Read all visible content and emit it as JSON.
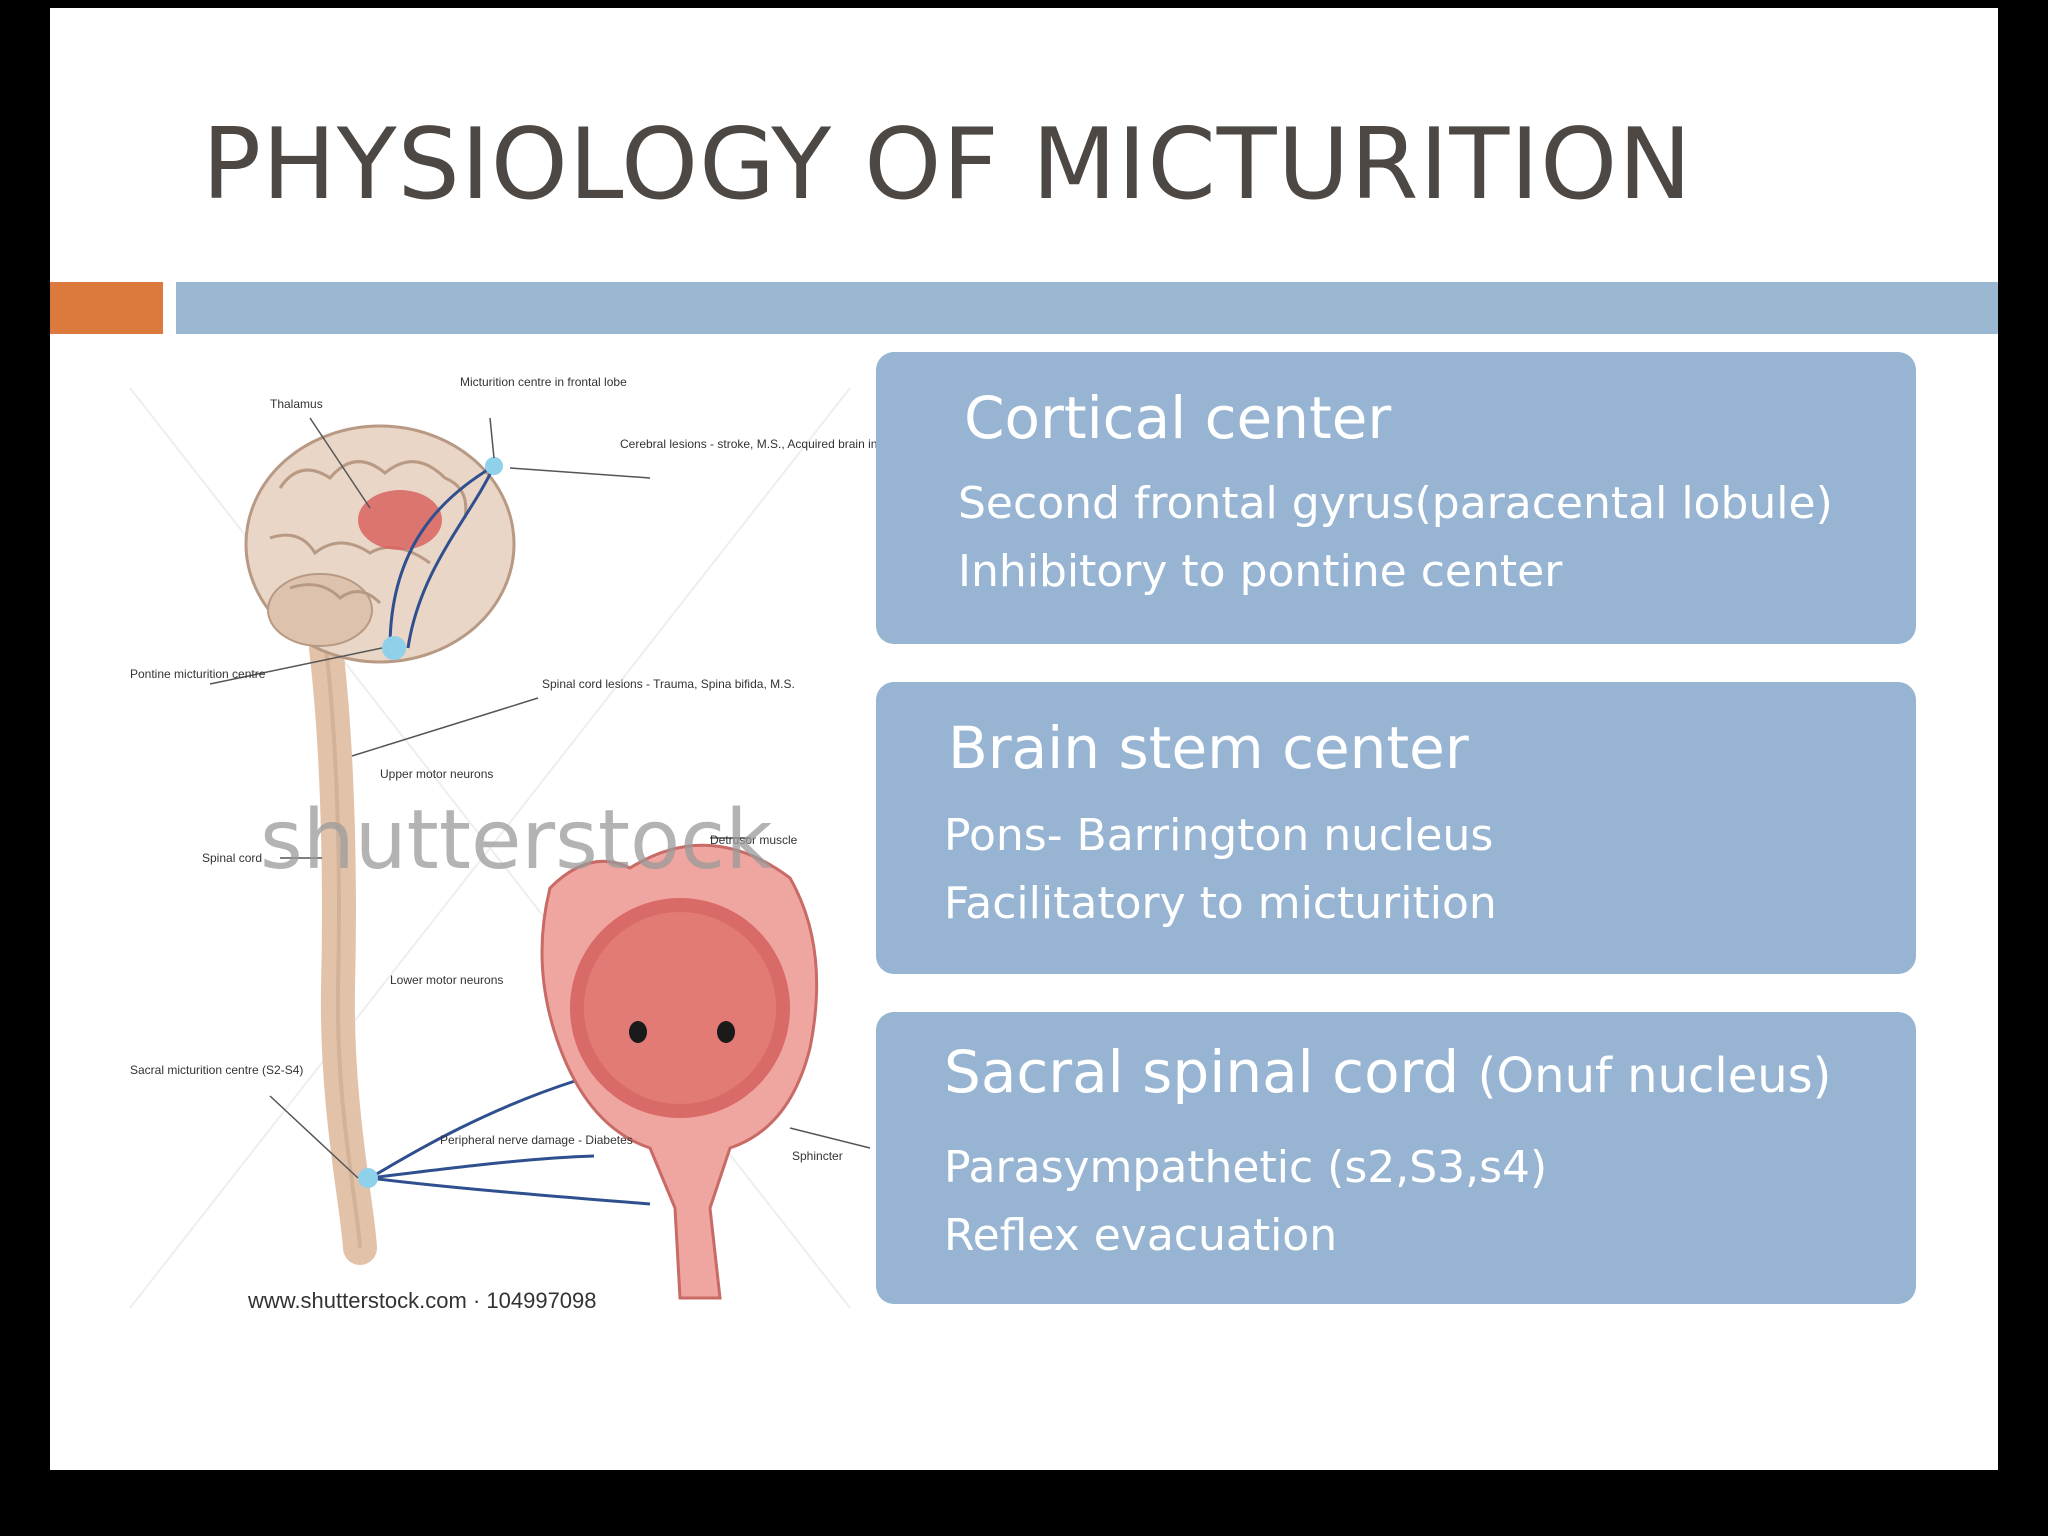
{
  "slide": {
    "title": "PHYSIOLOGY OF MICTURITION",
    "colors": {
      "accent_orange": "#dc7a3e",
      "accent_blue": "#9bb8d3",
      "box_fill": "#97b5d3",
      "title_text": "#4d4844"
    }
  },
  "boxes": [
    {
      "heading": "Cortical center",
      "heading_sub": "",
      "lines": [
        "Second frontal gyrus(paracental lobule)",
        "Inhibitory  to pontine center"
      ]
    },
    {
      "heading": "Brain stem center",
      "heading_sub": "",
      "lines": [
        "Pons- Barrington nucleus",
        "Facilitatory to micturition"
      ]
    },
    {
      "heading": "Sacral spinal cord",
      "heading_sub": "(Onuf nucleus)",
      "lines": [
        "Parasympathetic (s2,S3,s4)",
        "Reflex evacuation"
      ]
    }
  ],
  "figure": {
    "labels": {
      "thalamus": "Thalamus",
      "micturition_centre": "Micturition centre in frontal lobe",
      "cerebral_lesions": "Cerebral lesions - stroke, M.S., Acquired brain injury, Parkinson's disease, Cerebral palsy",
      "pontine_centre": "Pontine micturition centre",
      "spinal_cord_lesions": "Spinal cord lesions - Trauma, Spina bifida, M.S.",
      "upper_motor_neurons": "Upper motor neurons",
      "detrusor_muscle": "Detrusor muscle",
      "spinal_cord": "Spinal cord",
      "lower_motor_neurons": "Lower motor neurons",
      "sacral_centre": "Sacral micturition centre (S2-S4)",
      "peripheral_nerve": "Peripheral nerve damage - Diabetes",
      "sphincter": "Sphincter"
    },
    "watermark": "shutterstock",
    "credit": "www.shutterstock.com · 104997098"
  }
}
